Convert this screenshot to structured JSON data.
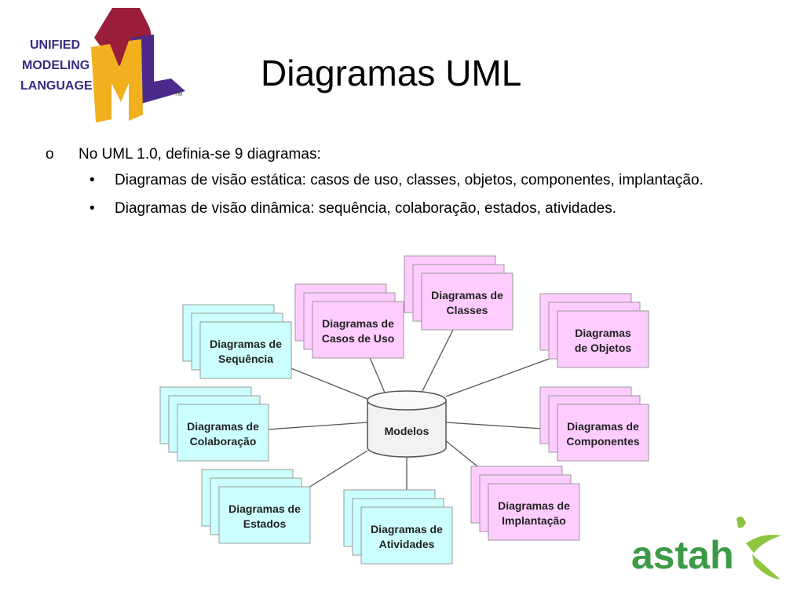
{
  "slide": {
    "title": "Diagramas UML",
    "bullets": {
      "level1_mark": "o",
      "level1_text": "No UML 1.0, definia-se 9 diagramas:",
      "level2_mark": "•",
      "items": [
        "Diagramas de visão estática: casos de uso, classes, objetos, componentes, implantação.",
        "Diagramas de visão dinâmica: sequência, colaboração, estados, atividades."
      ]
    }
  },
  "logos": {
    "uml": [
      "UNIFIED",
      "MODELING",
      "LANGUAGE",
      "TM"
    ],
    "astah": "astah"
  },
  "diagram": {
    "center": {
      "label": "Modelos"
    },
    "nodes": [
      {
        "id": "sequencia",
        "lines": [
          "Diagramas de",
          "Sequência"
        ],
        "kind": "dynamic"
      },
      {
        "id": "casos-de-uso",
        "lines": [
          "Diagramas de",
          "Casos de Uso"
        ],
        "kind": "static"
      },
      {
        "id": "classes",
        "lines": [
          "Diagramas de",
          "Classes"
        ],
        "kind": "static"
      },
      {
        "id": "objetos",
        "lines": [
          "Diagramas",
          "de Objetos"
        ],
        "kind": "static"
      },
      {
        "id": "colaboracao",
        "lines": [
          "Diagramas de",
          "Colaboração"
        ],
        "kind": "dynamic"
      },
      {
        "id": "componentes",
        "lines": [
          "Diagramas de",
          "Componentes"
        ],
        "kind": "static"
      },
      {
        "id": "estados",
        "lines": [
          "Diagramas de",
          "Estados"
        ],
        "kind": "dynamic"
      },
      {
        "id": "atividades",
        "lines": [
          "Diagramas de",
          "Atividades"
        ],
        "kind": "dynamic"
      },
      {
        "id": "implantacao",
        "lines": [
          "Diagramas de",
          "Implantação"
        ],
        "kind": "static"
      }
    ]
  },
  "colors": {
    "static_fill": "#ffccff",
    "dynamic_fill": "#ccffff",
    "box_stroke": "#999999",
    "edge": "#555555",
    "uml_purple": "#4b2a8c",
    "uml_red": "#9a1e3a",
    "uml_yellow": "#f2b01e",
    "astah_green": "#3c9a46"
  }
}
